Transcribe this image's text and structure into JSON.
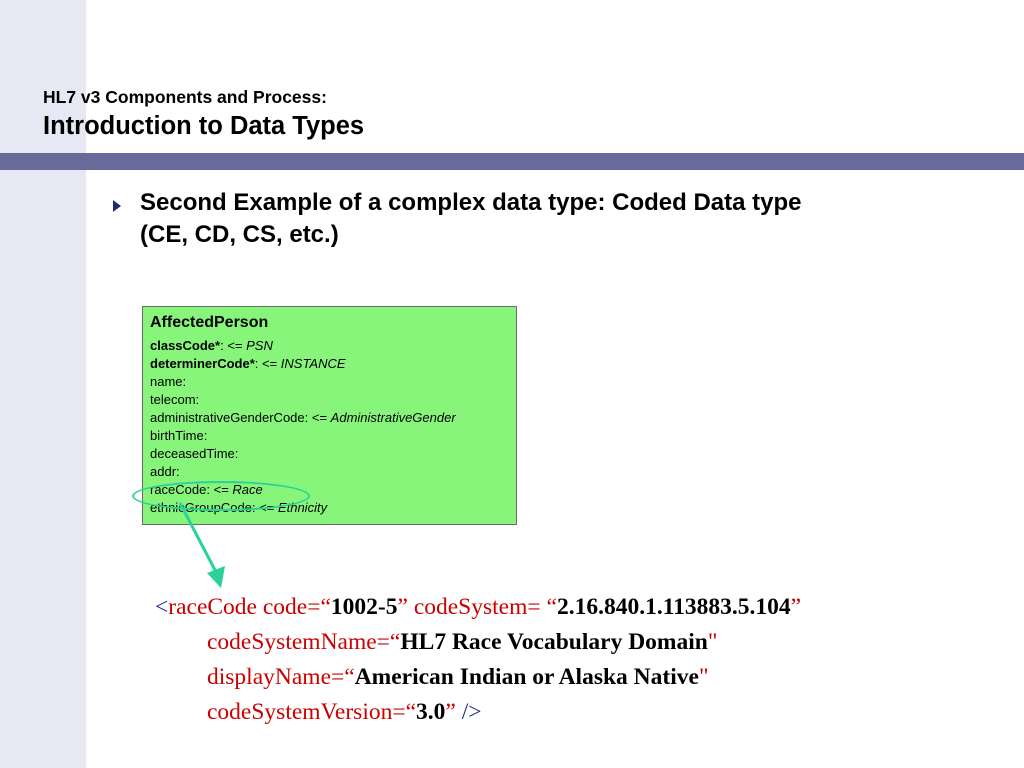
{
  "header": {
    "title_line1": "HL7 v3 Components and Process:",
    "title_line2": "Introduction to Data Types"
  },
  "bullet": {
    "line1": "Second Example of a complex data type:  Coded Data type",
    "line2": "(CE, CD, CS, etc.)"
  },
  "uml": {
    "class_name": "AffectedPerson",
    "attributes": [
      {
        "name": "classCode*",
        "bold": true,
        "rest": ": <= ",
        "value": "PSN"
      },
      {
        "name": "determinerCode*",
        "bold": true,
        "rest": ": <= ",
        "value": "INSTANCE"
      },
      {
        "name": "name:",
        "bold": false,
        "rest": "",
        "value": ""
      },
      {
        "name": "telecom:",
        "bold": false,
        "rest": "",
        "value": ""
      },
      {
        "name": "administrativeGenderCode:",
        "bold": false,
        "rest": " <= ",
        "value": "AdministrativeGender"
      },
      {
        "name": "birthTime:",
        "bold": false,
        "rest": "",
        "value": ""
      },
      {
        "name": "deceasedTime:",
        "bold": false,
        "rest": "",
        "value": ""
      },
      {
        "name": "addr:",
        "bold": false,
        "rest": "",
        "value": ""
      },
      {
        "name": "raceCode:",
        "bold": false,
        "rest": " <= ",
        "value": "Race"
      },
      {
        "name": "ethnicGroupCode:",
        "bold": false,
        "rest": " <= ",
        "value": "Ethnicity"
      }
    ]
  },
  "xml": {
    "open": "<",
    "tag": "raceCode",
    "code_attr": " code=“",
    "code_value": "1002-5",
    "code_close": "” ",
    "codesystem_attr": "codeSystem= “",
    "codesystem_value": "2.16.840.1.113883.5.104",
    "codesystem_close": "”",
    "codesystemname_attr": "codeSystemName=“",
    "codesystemname_value": "HL7 Race Vocabulary Domain",
    "codesystemname_close": "\"",
    "displayname_attr": "displayName=“",
    "displayname_value": "American Indian or Alaska Native",
    "displayname_close": "\"",
    "version_attr": "codeSystemVersion=“",
    "version_value": "3.0",
    "version_close": "”",
    "self_close": " />"
  },
  "colors": {
    "band": "#686a9a",
    "left_band": "#e6e9f4",
    "uml_fill": "#86f57a",
    "highlight": "#2ad29a",
    "xml_attr": "#cc0000",
    "xml_bracket": "#1a237e"
  },
  "icons": {
    "bullet": "triangle-right-icon",
    "arrow": "arrow-down-icon"
  }
}
